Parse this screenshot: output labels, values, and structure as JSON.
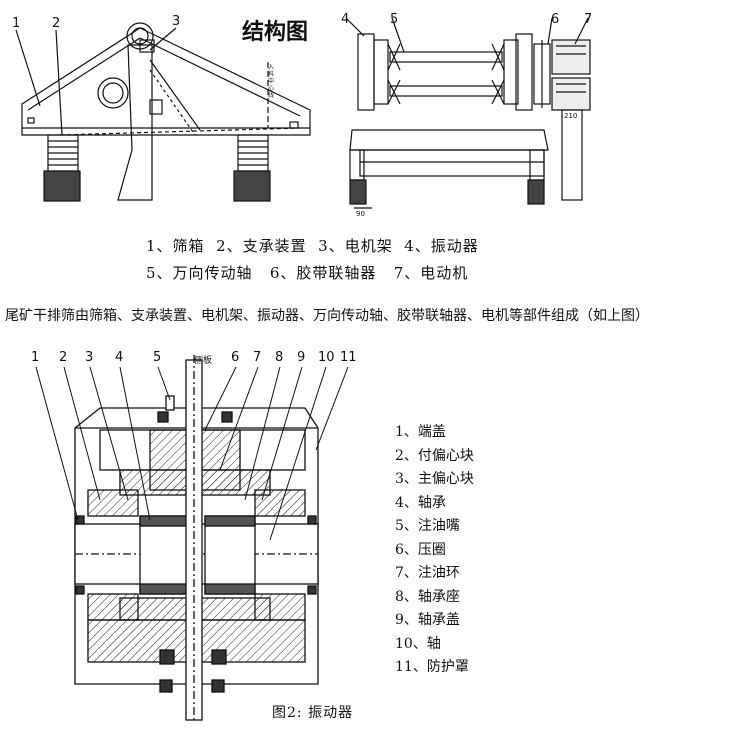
{
  "top": {
    "title": "结构图",
    "callouts": [
      "1",
      "2",
      "3",
      "4",
      "5",
      "6",
      "7"
    ],
    "side_note": "入料中心线",
    "dims": [
      "90",
      "210"
    ],
    "legend_line1": "1、筛箱  2、支承装置  3、电机架  4、振动器",
    "legend_line2": "5、万向传动轴   6、胶带联轴器   7、电动机"
  },
  "description": "尾矿干排筛由筛箱、支承装置、电机架、振动器、万向传动轴、胶带联轴器、电机等部件组成（如上图）",
  "bottom": {
    "callouts": [
      "1",
      "2",
      "3",
      "4",
      "5",
      "6",
      "7",
      "8",
      "9",
      "10",
      "11"
    ],
    "side_plate_label": "侧板",
    "legend": [
      "1、端盖",
      "2、付偏心块",
      "3、主偏心块",
      "4、轴承",
      "5、注油嘴",
      "6、压圈",
      "7、注油环",
      "8、轴承座",
      "9、轴承盖",
      "10、轴",
      "11、防护罩"
    ],
    "caption": "图2: 振动器"
  }
}
